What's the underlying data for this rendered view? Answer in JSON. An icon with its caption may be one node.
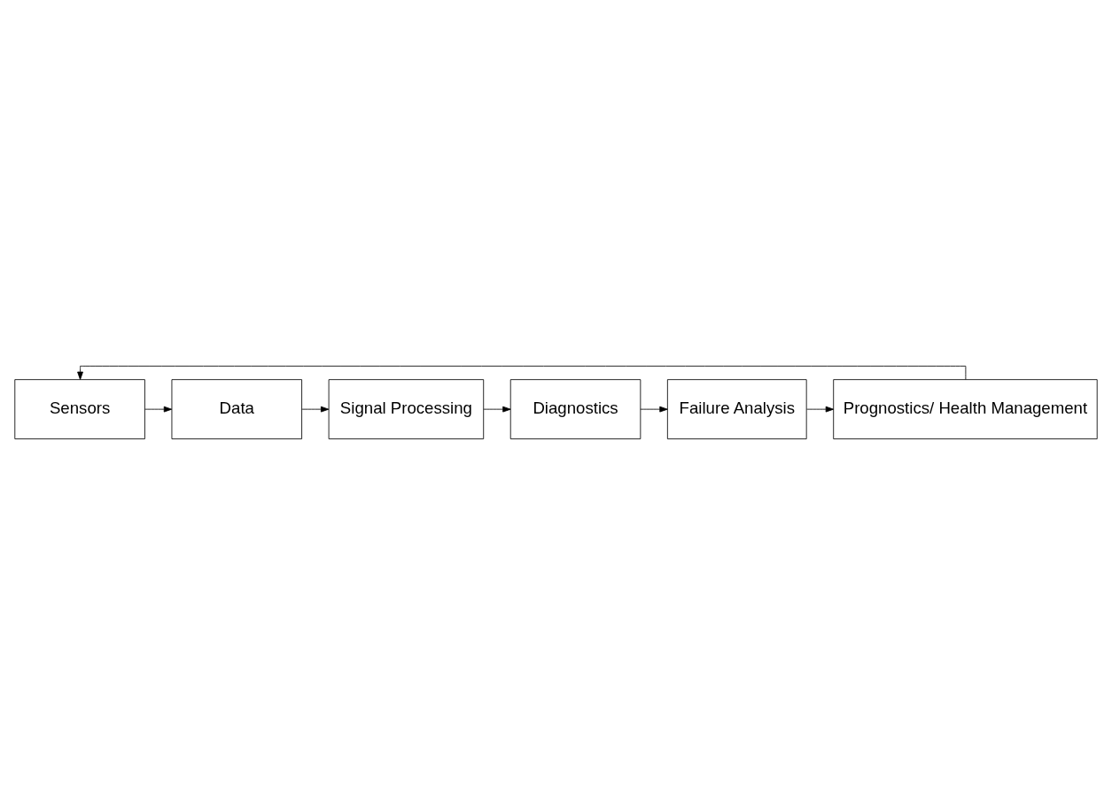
{
  "diagram": {
    "nodes": [
      {
        "text": [
          "Sensors"
        ]
      },
      {
        "text": [
          "Data"
        ]
      },
      {
        "text": [
          "Signal Processing"
        ]
      },
      {
        "text": [
          "Diagnostics"
        ]
      },
      {
        "text": [
          "Failure Analysis"
        ]
      },
      {
        "text": [
          "Prognostics/ Health Management"
        ]
      }
    ],
    "edges": [
      {
        "from": 0,
        "to": 1,
        "arrow": "to"
      },
      {
        "from": 1,
        "to": 2,
        "arrow": "to"
      },
      {
        "from": 2,
        "to": 3,
        "arrow": "to"
      },
      {
        "from": 3,
        "to": 4,
        "arrow": "to"
      },
      {
        "from": 4,
        "to": 5,
        "arrow": "to"
      },
      {
        "from": 5,
        "to": 0,
        "arrow": "to"
      }
    ]
  }
}
